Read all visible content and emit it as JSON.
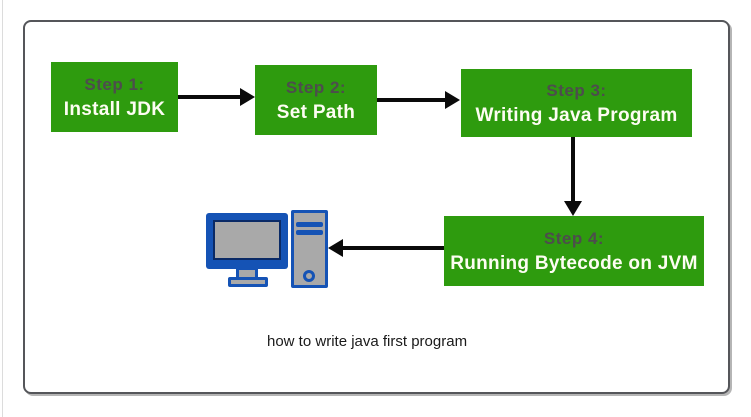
{
  "diagram": {
    "caption": "how to write java first program",
    "steps": [
      {
        "label": "Step 1:",
        "name": "Install JDK"
      },
      {
        "label": "Step 2:",
        "name": "Set Path"
      },
      {
        "label": "Step 3:",
        "name": "Writing Java Program"
      },
      {
        "label": "Step 4:",
        "name": "Running Bytecode on JVM"
      }
    ],
    "flow": [
      "step-1 -> step-2",
      "step-2 -> step-3",
      "step-3 -> step-4",
      "step-4 -> desktop-computer"
    ],
    "icons": [
      {
        "name": "desktop-computer-icon",
        "meaning": "computer running the bytecode"
      }
    ],
    "colors": {
      "box_green": "#2E9B0E",
      "step_label_gray": "#4D4D4D",
      "step_name_white": "#FDFDF2",
      "arrow_black": "#0A0A0A",
      "frame_border_gray": "#55565A",
      "computer_blue": "#1553B5",
      "computer_screen_outline": "#0A2A66",
      "computer_gray": "#A9A9A9",
      "caption_text": "#1A1A1A"
    }
  }
}
